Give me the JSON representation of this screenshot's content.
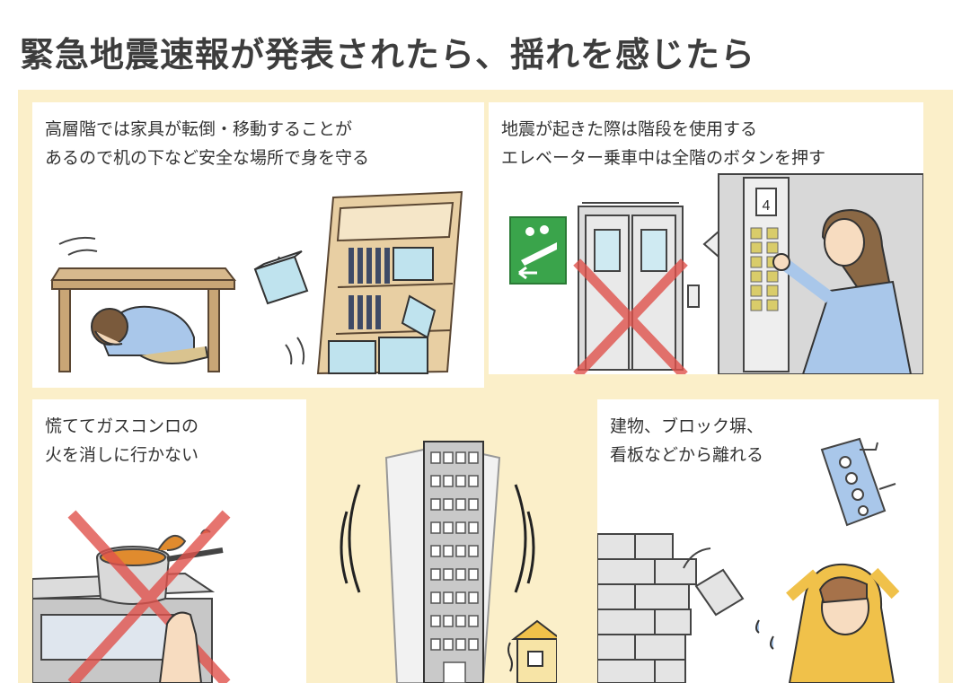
{
  "page": {
    "title": "緊急地震速報が発表されたら、揺れを感じたら"
  },
  "panels": {
    "furniture": {
      "line1": "高層階では家具が転倒・移動することが",
      "line2": "あるので机の下など安全な場所で身を守る"
    },
    "elevator": {
      "line1": "地震が起きた際は階段を使用する",
      "line2": "エレベーター乗車中は全階のボタンを押す",
      "floor_indicator": "4"
    },
    "gas_stove": {
      "line1": "慌ててガスコンロの",
      "line2": "火を消しに行かない"
    },
    "block_wall": {
      "line1": "建物、ブロック塀、",
      "line2": "看板などから離れる"
    }
  },
  "colors": {
    "background": "#fbefc9",
    "panel": "#ffffff",
    "title_text": "#3d3d3d",
    "cross_mark": "#e0524c",
    "exit_sign": "#3aa44b",
    "shirt_blue": "#a9c7ea"
  }
}
